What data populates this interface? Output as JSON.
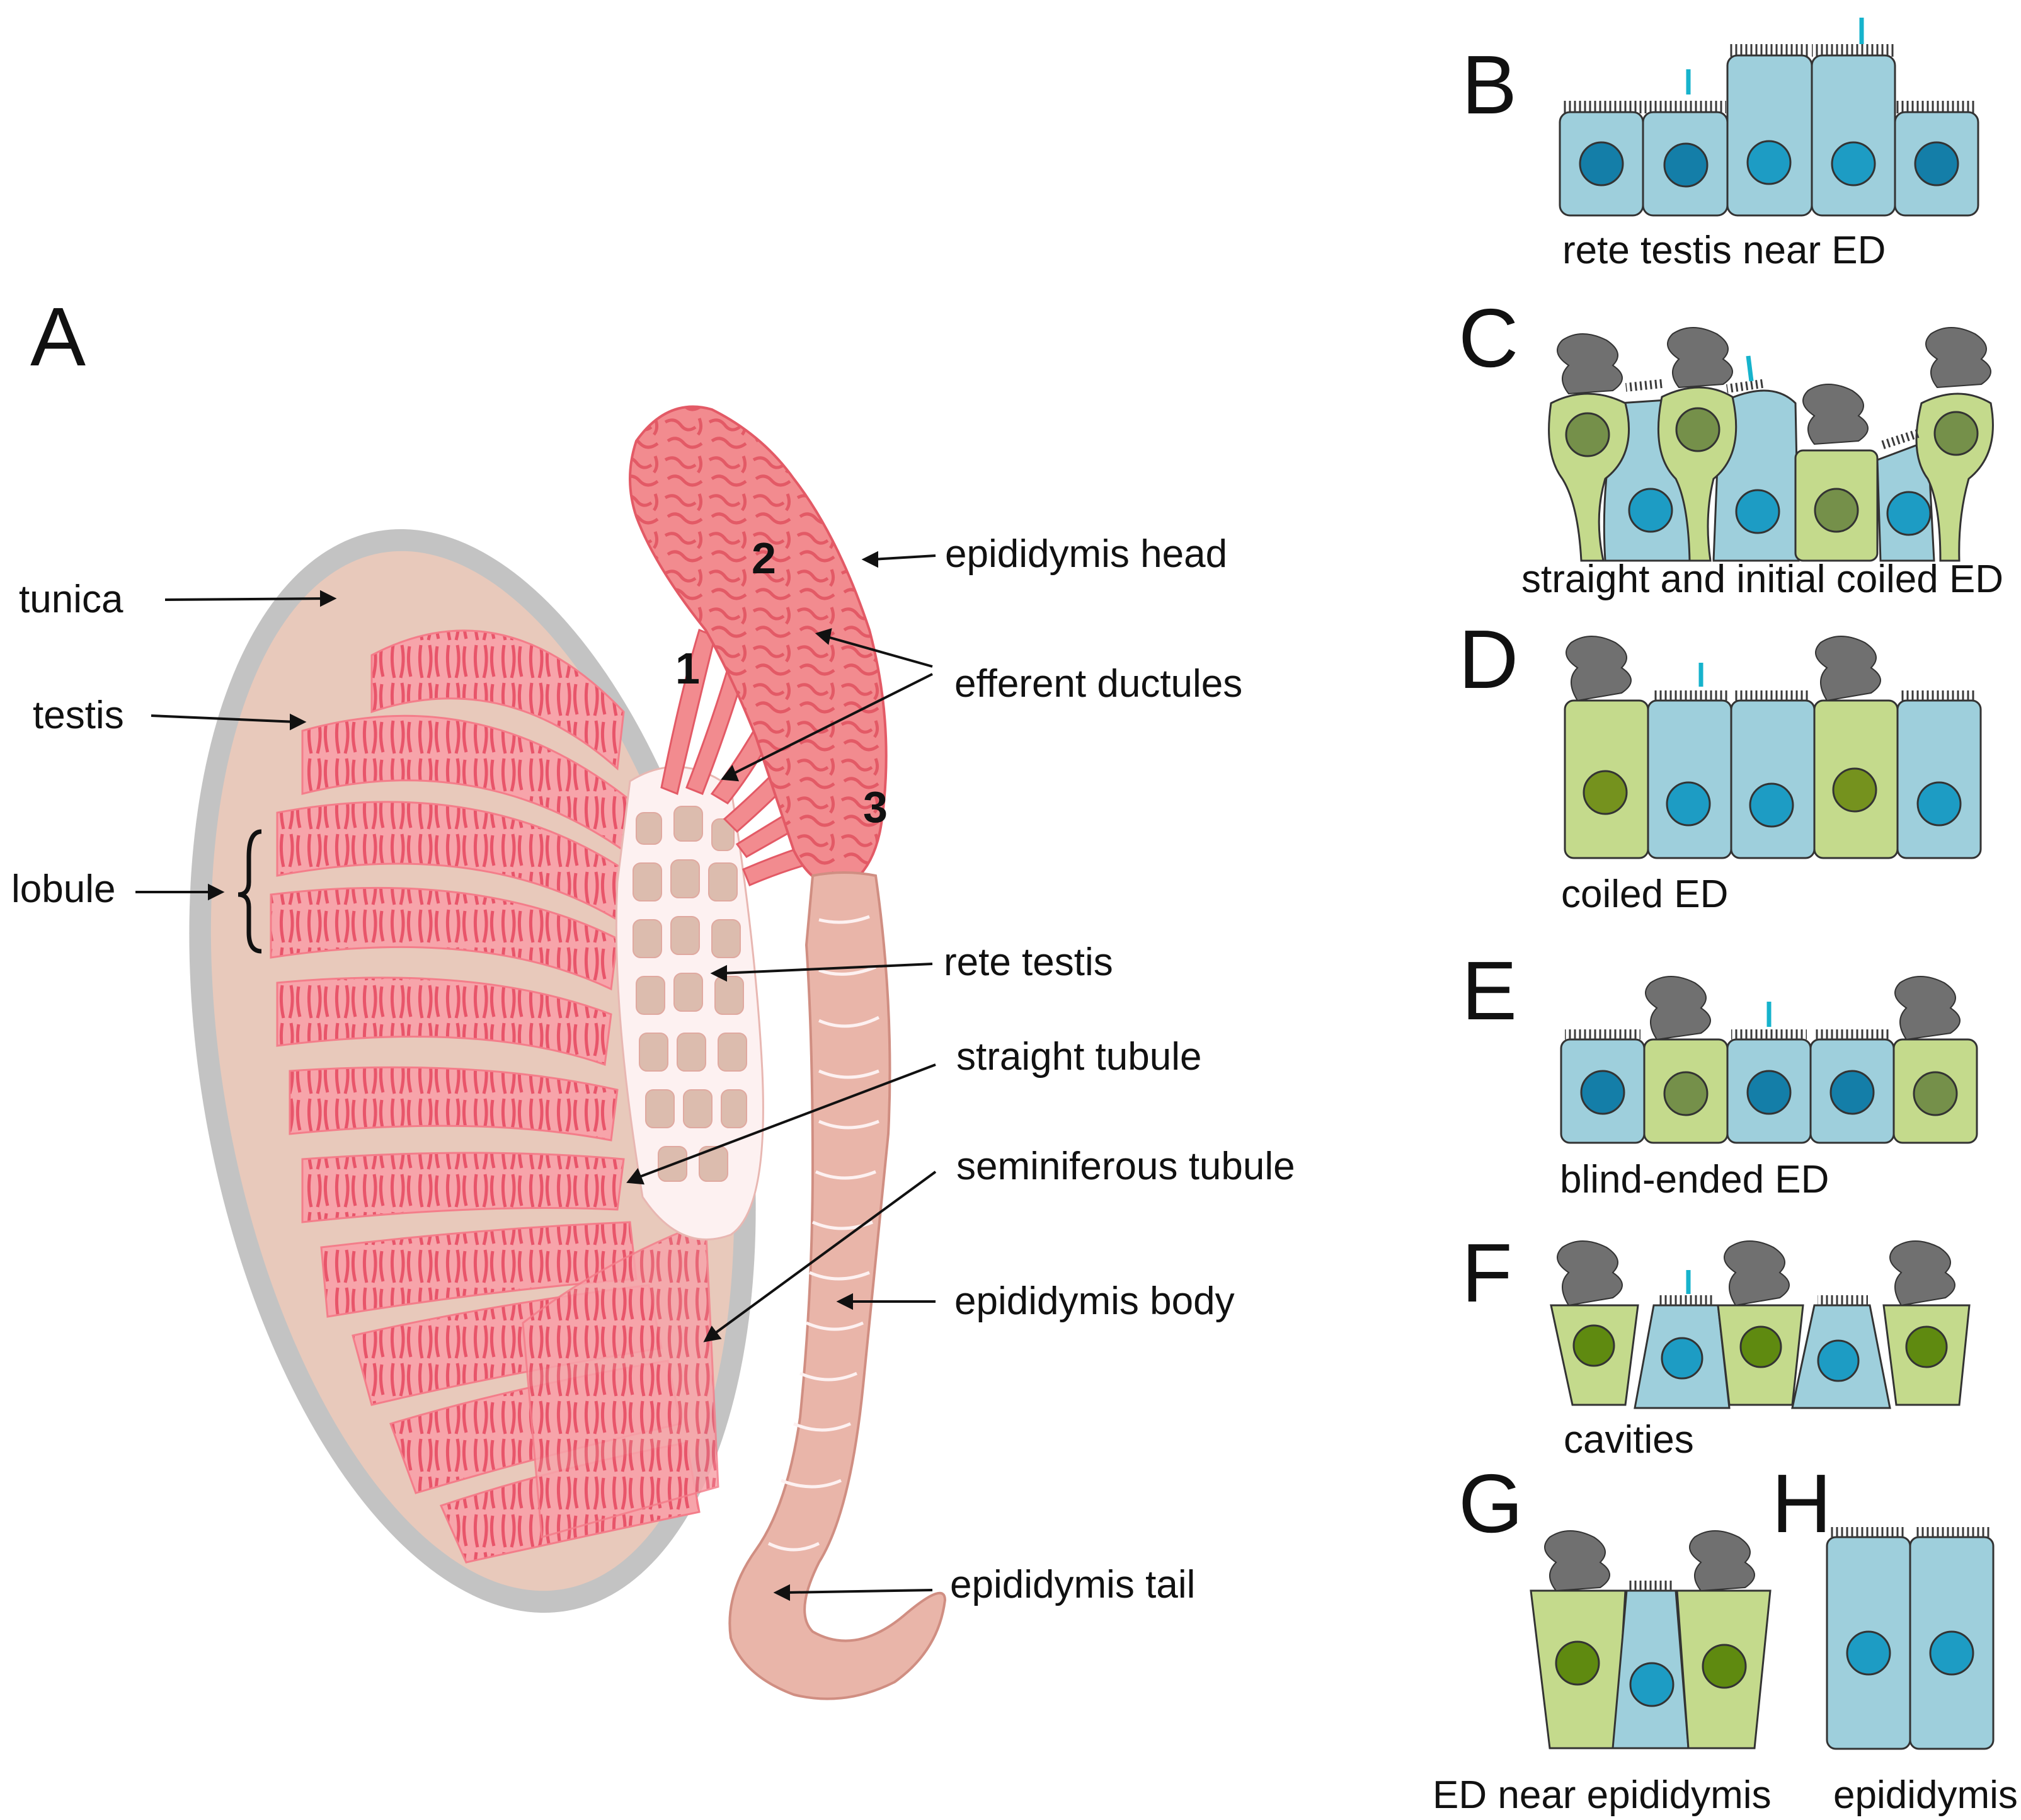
{
  "panels": {
    "A": "A",
    "B": "B",
    "C": "C",
    "D": "D",
    "E": "E",
    "F": "F",
    "G": "G",
    "H": "H"
  },
  "anatomy_labels": {
    "tunica": "tunica",
    "testis": "testis",
    "lobule": "lobule",
    "epididymis_head": "epididymis head",
    "efferent_ductules": "efferent ductules",
    "rete_testis": "rete testis",
    "straight_tubule": "straight tubule",
    "seminiferous_tubule": "seminiferous tubule",
    "epididymis_body": "epididymis body",
    "epididymis_tail": "epididymis tail"
  },
  "region_numbers": {
    "n1": "1",
    "n2": "2",
    "n3": "3"
  },
  "epithelium_captions": {
    "B": "rete testis near ED",
    "C": "straight and initial coiled ED",
    "D": "coiled ED",
    "E": "blind-ended ED",
    "F": "cavities",
    "G": "ED near epididymis",
    "H": "epididymis"
  },
  "colors": {
    "tunica": "#c3c3c3",
    "testis_fill": "#e8c9bb",
    "tubule_pink": "#f59aa3",
    "tubule_light": "#fbc3c3",
    "tubule_line": "#e8556a",
    "epididymis_head": "#f28b8f",
    "epididymis_body": "#e9b5a9",
    "rete": "#fdf1f1",
    "blue_cell": "#9ecfdc",
    "blue_nucleus": "#1d9cc4",
    "green_cell": "#c4da8c",
    "green_nucleus": "#75921e",
    "cilia": "#707070",
    "primary_cilium": "#16b3cc"
  }
}
